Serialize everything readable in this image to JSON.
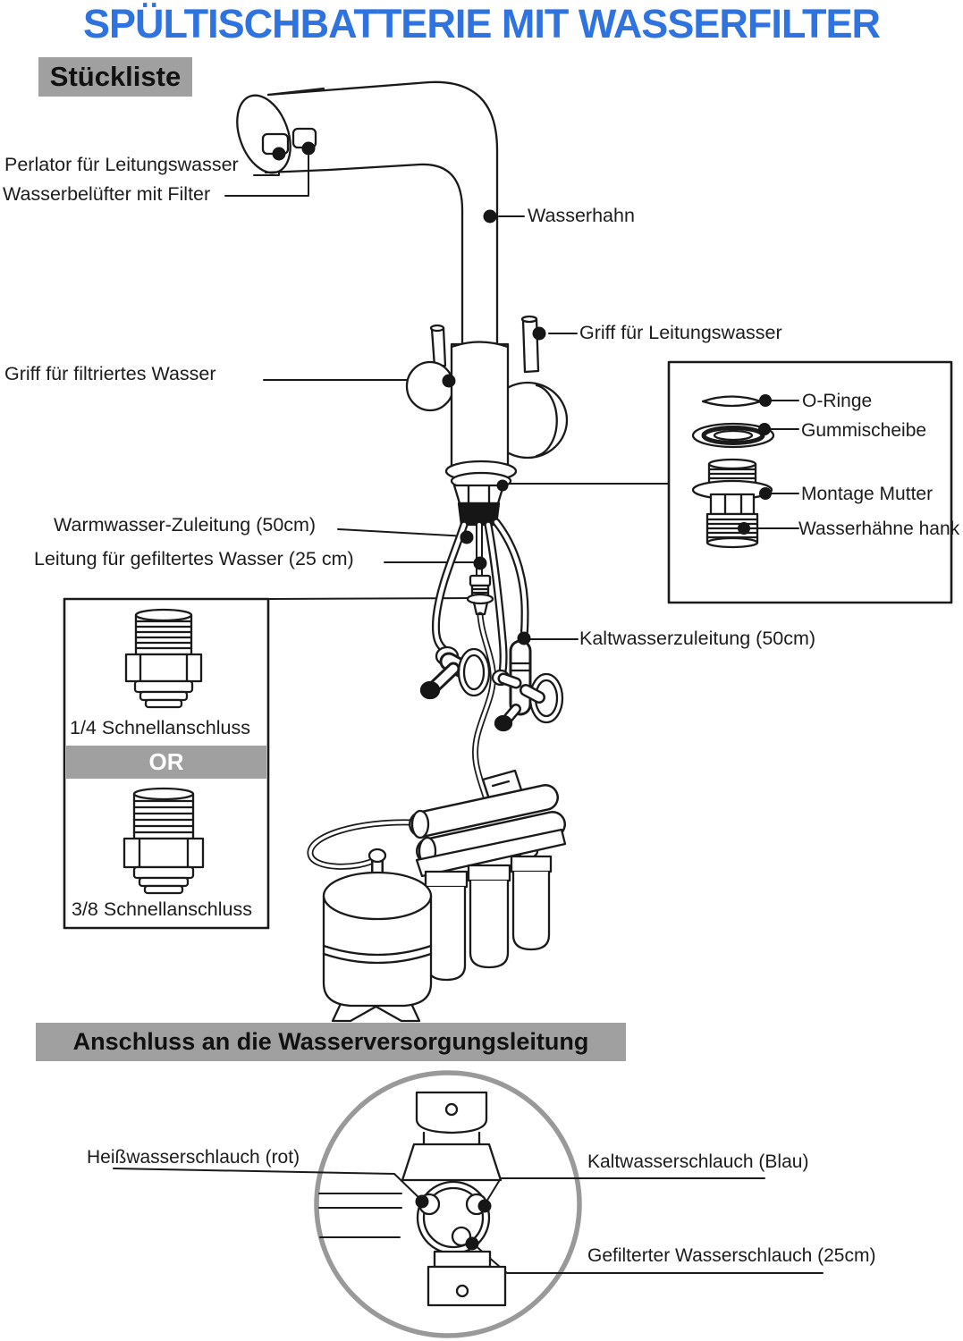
{
  "title": "SPÜLTISCHBATTERIE MIT WASSERFILTER",
  "headings": {
    "parts_list": "Stückliste",
    "connection": "Anschluss an die Wasserversorgungsleitung"
  },
  "faucet_labels": {
    "perlator": "Perlator für Leitungswasser",
    "aerator": "Wasserbelüfter mit Filter",
    "tap": "Wasserhahn",
    "tap_water_handle": "Griff für Leitungswasser",
    "filtered_water_handle": "Griff für filtriertes Wasser",
    "hot_supply": "Warmwasser-Zuleitung (50cm)",
    "filtered_line": "Leitung für gefiltertes Wasser (25 cm)",
    "cold_supply": "Kaltwasserzuleitung (50cm)"
  },
  "mounting_parts": {
    "o_ring": "O-Ringe",
    "rubber_washer": "Gummischeibe",
    "mounting_nut": "Montage Mutter",
    "shank": "Wasserhähne hank"
  },
  "adapter_options": {
    "quarter": "1/4 Schnellanschluss",
    "or": "OR",
    "three_eighth": "3/8 Schnellanschluss"
  },
  "connection_labels": {
    "hot": "Heißwasserschlauch (rot)",
    "cold": "Kaltwasserschlauch (Blau)",
    "filtered": "Gefilterter Wasserschlauch (25cm)"
  },
  "colors": {
    "title_blue": "#2e73e0",
    "bar_gray": "#a0a0a0",
    "circle_gray": "#999999"
  }
}
